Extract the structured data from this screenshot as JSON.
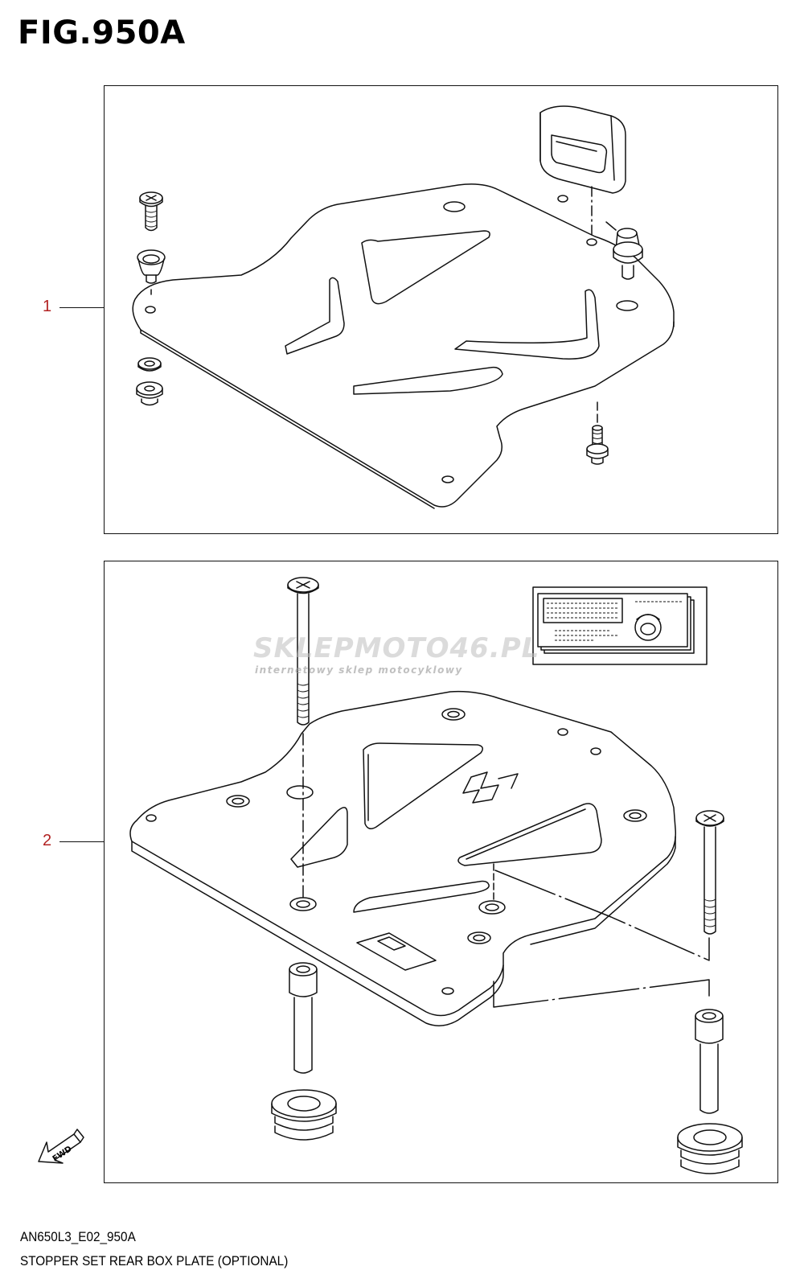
{
  "figure": {
    "title": "FIG.950A",
    "code": "AN650L3_E02_950A",
    "description": "STOPPER SET REAR BOX PLATE (OPTIONAL)"
  },
  "callouts": [
    {
      "label": "1",
      "color": "#b22222"
    },
    {
      "label": "2",
      "color": "#b22222"
    }
  ],
  "direction_arrow": {
    "label": "FWD"
  },
  "watermark": {
    "text": "SKLEPMOTO46.PL",
    "subtitle": "internetowy sklep motocyklowy"
  },
  "colors": {
    "line": "#111111",
    "callout": "#b22222",
    "background": "#ffffff"
  }
}
